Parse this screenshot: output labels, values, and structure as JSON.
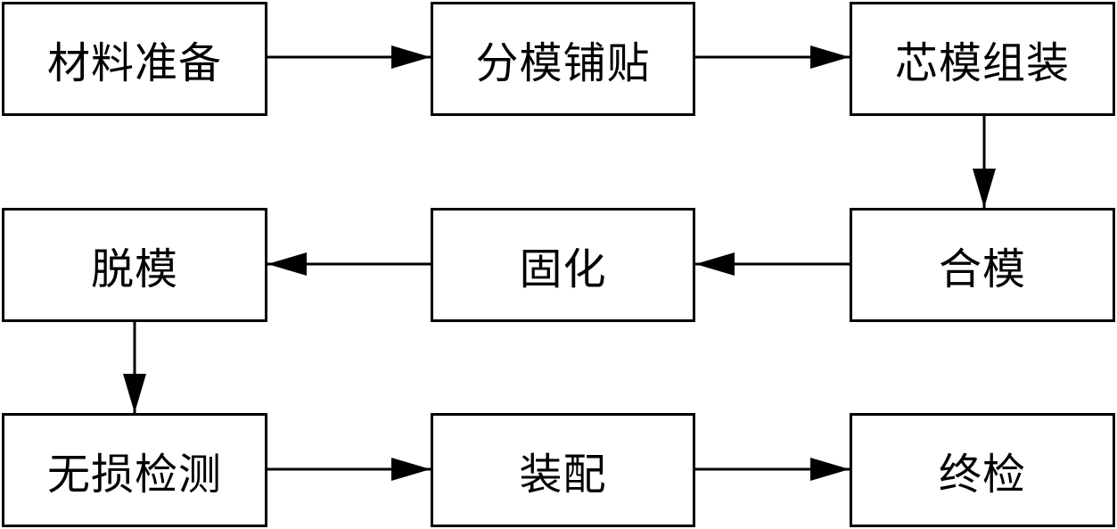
{
  "steps": {
    "material_prep": "材料准备",
    "split_mold_layup": "分模铺贴",
    "core_mold_assembly": "芯模组装",
    "mold_closing": "合模",
    "curing": "固化",
    "demolding": "脱模",
    "ndt": "无损检测",
    "assembly": "装配",
    "final_inspection": "终检"
  },
  "flow": [
    [
      "material_prep",
      "split_mold_layup"
    ],
    [
      "split_mold_layup",
      "core_mold_assembly"
    ],
    [
      "core_mold_assembly",
      "mold_closing"
    ],
    [
      "mold_closing",
      "curing"
    ],
    [
      "curing",
      "demolding"
    ],
    [
      "demolding",
      "ndt"
    ],
    [
      "ndt",
      "assembly"
    ],
    [
      "assembly",
      "final_inspection"
    ]
  ]
}
